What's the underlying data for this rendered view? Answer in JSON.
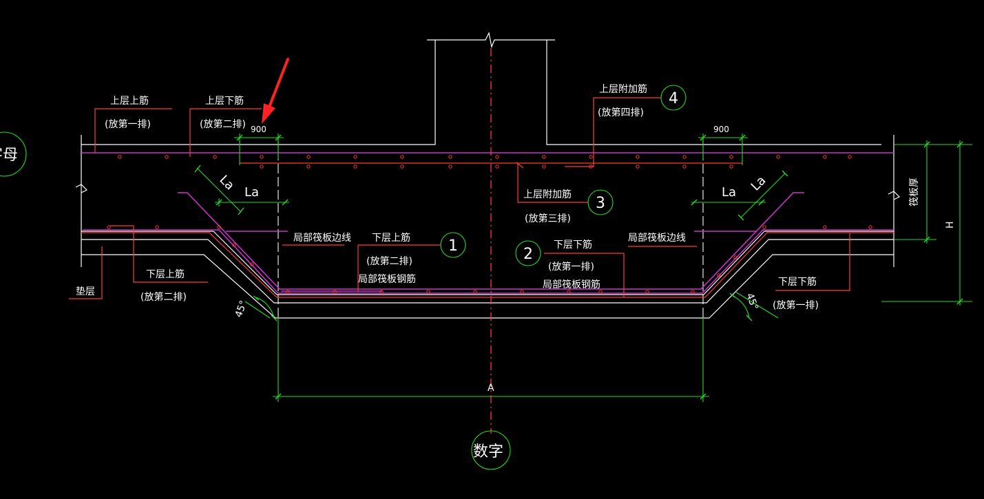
{
  "colors": {
    "background": "#000000",
    "outline": "#ffffff",
    "rebar_main": "#cc33cc",
    "leader": "#ff3b3b",
    "dimension": "#22dd22",
    "arrow": "#ff2222"
  },
  "labels": {
    "upper_top_bar": "上层上筋",
    "upper_top_bar_row": "(放第一排)",
    "upper_bottom_bar": "上层下筋",
    "upper_bottom_bar_row": "(放第二排)",
    "upper_extra_4": "上层附加筋",
    "upper_extra_4_row": "(放第四排)",
    "upper_extra_3": "上层附加筋",
    "upper_extra_3_row": "(放第三排)",
    "lower_top_bar_1": "下层上筋",
    "lower_top_bar_1_row": "(放第二排)",
    "lower_top_bar_1_note": "局部筏板钢筋",
    "lower_bottom_bar_2": "下层下筋",
    "lower_bottom_bar_2_row": "(放第一排)",
    "lower_bottom_bar_2_note": "局部筏板钢筋",
    "lower_top_bar_left": "下层上筋",
    "lower_top_bar_left_row": "(放第二排)",
    "lower_bottom_bar_right": "下层下筋",
    "lower_bottom_bar_right_row": "(放第一排)",
    "edge_line_left": "局部筏板边线",
    "edge_line_right": "局部筏板边线",
    "cushion": "垫层",
    "raft_thickness": "筏板厚",
    "dim_h": "H",
    "dim_a": "A",
    "dim_left_900": "900",
    "dim_right_900": "900",
    "la_1": "La",
    "la_2": "La",
    "la_3": "La",
    "la_4": "La",
    "angle_left": "45°",
    "angle_right": "45°",
    "circle_1": "1",
    "circle_2": "2",
    "circle_3": "3",
    "circle_4": "4",
    "axis_bubble": "数字",
    "left_bubble": "字母"
  }
}
